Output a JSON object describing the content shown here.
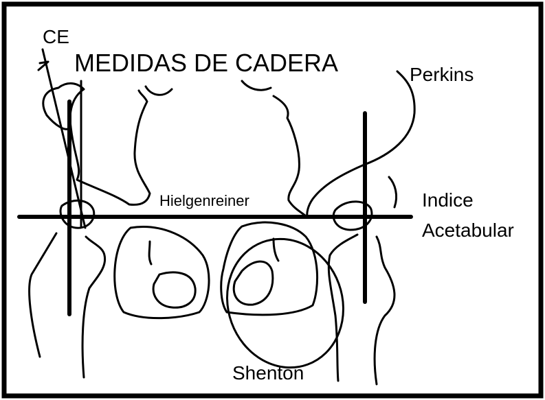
{
  "diagram": {
    "title": "MEDIDAS DE CADERA",
    "labels": {
      "ce": "CE",
      "perkins": "Perkins",
      "hilgenreiner": "Hielgenreiner",
      "indice": "Indice",
      "acetabular": "Acetabular",
      "shenton": "Shenton"
    },
    "colors": {
      "ink": "#000000",
      "background": "#ffffff"
    }
  }
}
